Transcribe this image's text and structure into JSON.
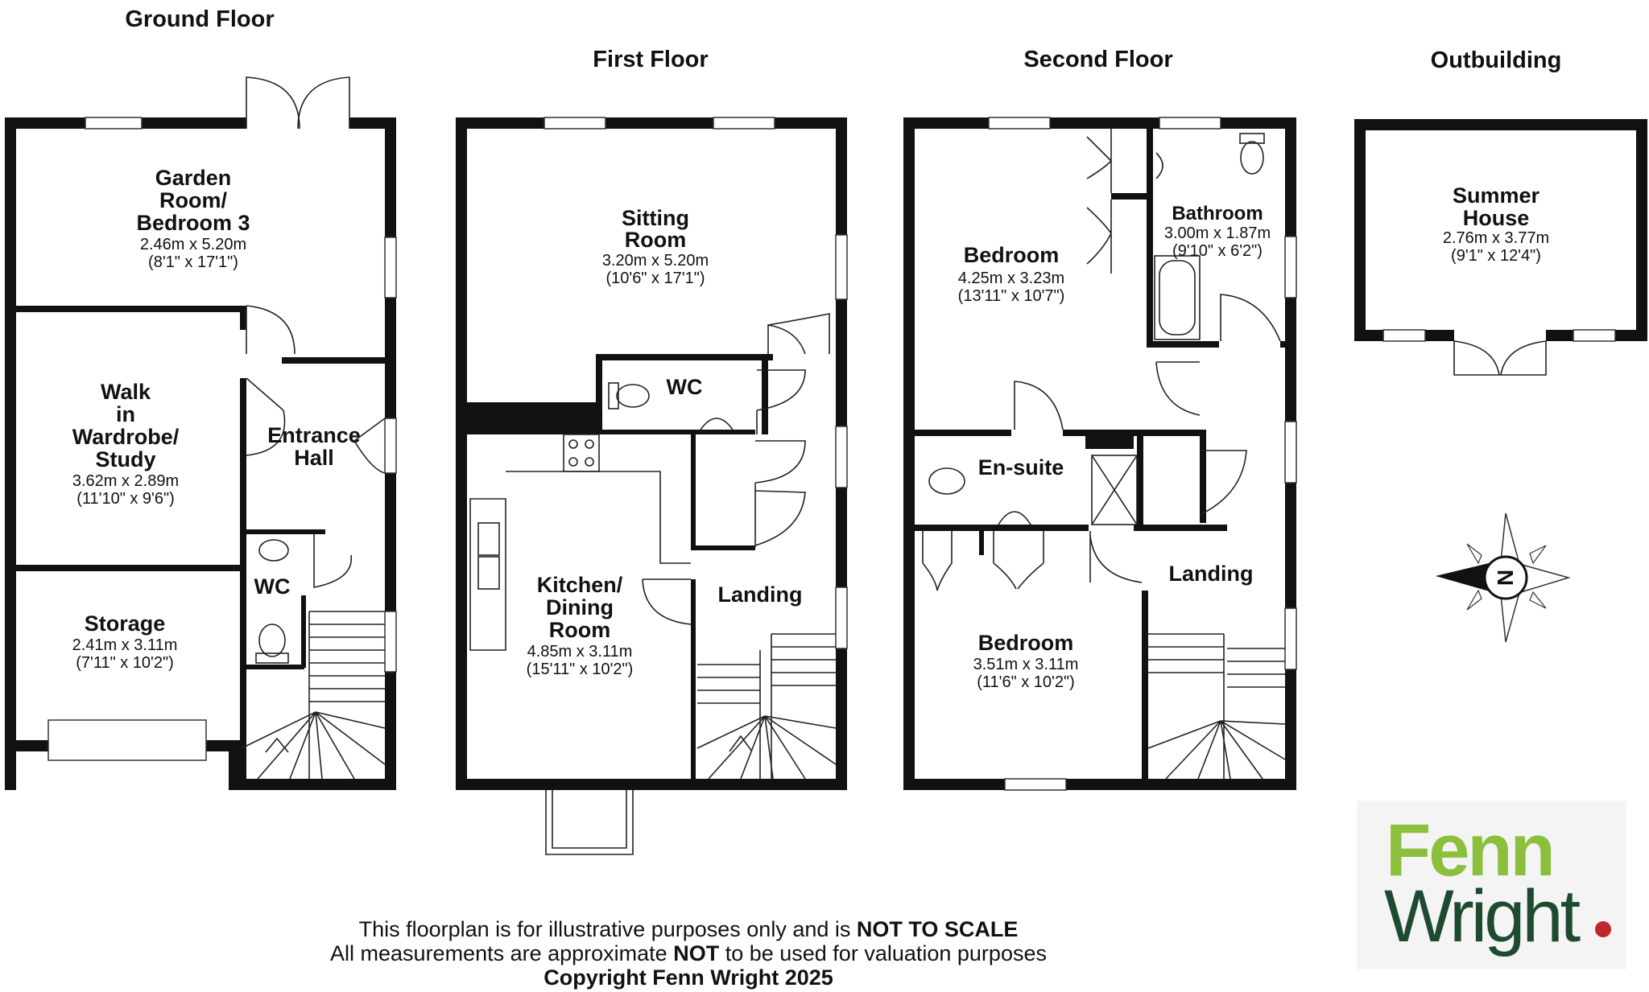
{
  "floors": {
    "ground": "Ground Floor",
    "first": "First Floor",
    "second": "Second Floor",
    "outbuilding": "Outbuilding"
  },
  "rooms": {
    "garden_room": {
      "name": [
        "Garden",
        "Room/",
        "Bedroom 3"
      ],
      "metric": "2.46m x 5.20m",
      "imperial": "(8'1\" x 17'1\")"
    },
    "walk_in": {
      "name": [
        "Walk",
        "in",
        "Wardrobe/",
        "Study"
      ],
      "metric": "3.62m x 2.89m",
      "imperial": "(11'10\" x 9'6\")"
    },
    "entrance_hall": {
      "name": [
        "Entrance",
        "Hall"
      ]
    },
    "wc_ground": {
      "name": "WC"
    },
    "storage": {
      "name": "Storage",
      "metric": "2.41m x 3.11m",
      "imperial": "(7'11\" x 10'2\")"
    },
    "sitting_room": {
      "name": [
        "Sitting",
        "Room"
      ],
      "metric": "3.20m x 5.20m",
      "imperial": "(10'6\" x 17'1\")"
    },
    "wc_first": {
      "name": "WC"
    },
    "kitchen": {
      "name": [
        "Kitchen/",
        "Dining",
        "Room"
      ],
      "metric": "4.85m x 3.11m",
      "imperial": "(15'11\" x 10'2\")"
    },
    "landing_first": {
      "name": "Landing"
    },
    "bedroom_main": {
      "name": "Bedroom",
      "metric": "4.25m x 3.23m",
      "imperial": "(13'11\" x 10'7\")"
    },
    "bathroom": {
      "name": "Bathroom",
      "metric": "3.00m x 1.87m",
      "imperial": "(9'10\" x 6'2\")"
    },
    "ensuite": {
      "name": "En-suite"
    },
    "bedroom_2": {
      "name": "Bedroom",
      "metric": "3.51m x 3.11m",
      "imperial": "(11'6\" x 10'2\")"
    },
    "landing_second": {
      "name": "Landing"
    },
    "summer_house": {
      "name": [
        "Summer",
        "House"
      ],
      "metric": "2.76m x 3.77m",
      "imperial": "(9'1\" x 12'4\")"
    }
  },
  "compass": {
    "label": "N"
  },
  "disclaimer": {
    "line1_a": "This floorplan is for illustrative purposes only and is ",
    "line1_b": "NOT TO SCALE",
    "line2_a": "All measurements are approximate ",
    "line2_b": "NOT",
    "line2_c": " to be used for valuation purposes",
    "line3": "Copyright Fenn Wright 2025"
  },
  "logo": {
    "line1": "Fenn",
    "line2": "Wright"
  },
  "colors": {
    "wall": "#111111",
    "logo_green": "#8bbf3c",
    "logo_dark": "#1e4b2f",
    "logo_red": "#c0272d"
  }
}
